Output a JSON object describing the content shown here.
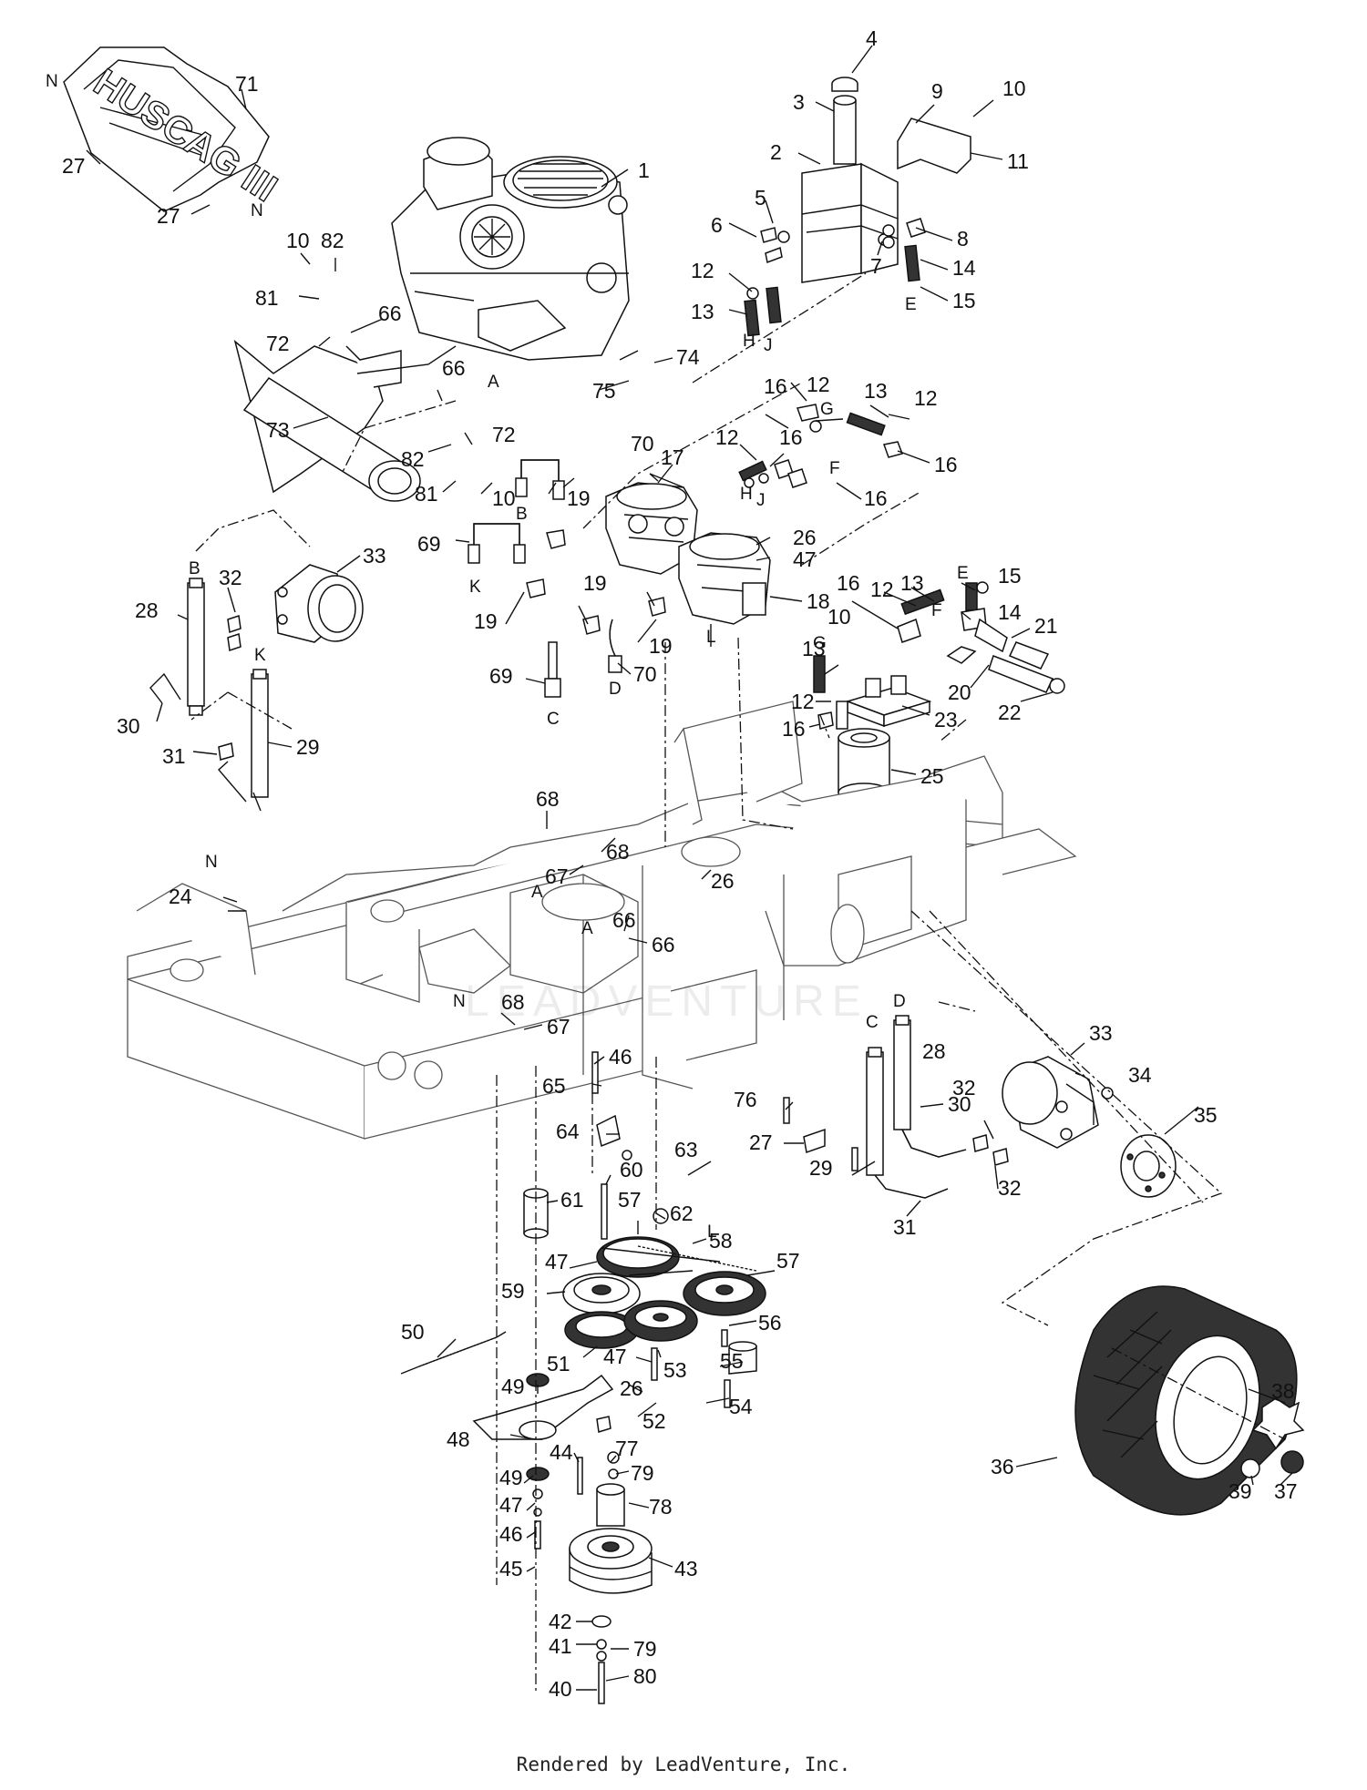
{
  "footer": "Rendered by LeadVenture, Inc.",
  "watermark": "LEADVENTURE",
  "logo_text": "HUSCAG III",
  "callouts": [
    {
      "id": "c1",
      "text": "1"
    },
    {
      "id": "c2",
      "text": "2"
    },
    {
      "id": "c3",
      "text": "3"
    },
    {
      "id": "c4",
      "text": "4"
    },
    {
      "id": "c5",
      "text": "5"
    },
    {
      "id": "c6",
      "text": "6"
    },
    {
      "id": "c7",
      "text": "7"
    },
    {
      "id": "c8",
      "text": "8"
    },
    {
      "id": "c9",
      "text": "9"
    },
    {
      "id": "c10a",
      "text": "10"
    },
    {
      "id": "c11",
      "text": "11"
    },
    {
      "id": "c12a",
      "text": "12"
    },
    {
      "id": "c13a",
      "text": "13"
    },
    {
      "id": "c14a",
      "text": "14"
    },
    {
      "id": "c15a",
      "text": "15"
    },
    {
      "id": "c27a",
      "text": "27"
    },
    {
      "id": "c27b",
      "text": "27"
    },
    {
      "id": "c71",
      "text": "71"
    },
    {
      "id": "c10b",
      "text": "10"
    },
    {
      "id": "c82a",
      "text": "82"
    },
    {
      "id": "c81a",
      "text": "81"
    },
    {
      "id": "c72a",
      "text": "72"
    },
    {
      "id": "c66a",
      "text": "66"
    },
    {
      "id": "c66b",
      "text": "66"
    },
    {
      "id": "c73",
      "text": "73"
    },
    {
      "id": "c82b",
      "text": "82"
    },
    {
      "id": "c72b",
      "text": "72"
    },
    {
      "id": "c81b",
      "text": "81"
    },
    {
      "id": "c10c",
      "text": "10"
    },
    {
      "id": "c75",
      "text": "75"
    },
    {
      "id": "c74",
      "text": "74"
    },
    {
      "id": "c70a",
      "text": "70"
    },
    {
      "id": "c16a",
      "text": "16"
    },
    {
      "id": "c12b",
      "text": "12"
    },
    {
      "id": "c13b",
      "text": "13"
    },
    {
      "id": "c12c",
      "text": "12"
    },
    {
      "id": "c12d",
      "text": "12"
    },
    {
      "id": "c16b",
      "text": "16"
    },
    {
      "id": "c16c",
      "text": "16"
    },
    {
      "id": "c16d",
      "text": "16"
    },
    {
      "id": "c17",
      "text": "17"
    },
    {
      "id": "c19a",
      "text": "19"
    },
    {
      "id": "c69a",
      "text": "69"
    },
    {
      "id": "c26a",
      "text": "26"
    },
    {
      "id": "c47a",
      "text": "47"
    },
    {
      "id": "c18",
      "text": "18"
    },
    {
      "id": "c19b",
      "text": "19"
    },
    {
      "id": "c19c",
      "text": "19"
    },
    {
      "id": "c19d",
      "text": "19"
    },
    {
      "id": "c70b",
      "text": "70"
    },
    {
      "id": "c69b",
      "text": "69"
    },
    {
      "id": "c28a",
      "text": "28"
    },
    {
      "id": "c32a",
      "text": "32"
    },
    {
      "id": "c33a",
      "text": "33"
    },
    {
      "id": "c30a",
      "text": "30"
    },
    {
      "id": "c31a",
      "text": "31"
    },
    {
      "id": "c29a",
      "text": "29"
    },
    {
      "id": "c15b",
      "text": "15"
    },
    {
      "id": "c14b",
      "text": "14"
    },
    {
      "id": "c16e",
      "text": "16"
    },
    {
      "id": "c12e",
      "text": "12"
    },
    {
      "id": "c13c",
      "text": "13"
    },
    {
      "id": "c21",
      "text": "21"
    },
    {
      "id": "c10d",
      "text": "10"
    },
    {
      "id": "c13d",
      "text": "13"
    },
    {
      "id": "c20",
      "text": "20"
    },
    {
      "id": "c12f",
      "text": "12"
    },
    {
      "id": "c22",
      "text": "22"
    },
    {
      "id": "c16f",
      "text": "16"
    },
    {
      "id": "c23",
      "text": "23"
    },
    {
      "id": "c25",
      "text": "25"
    },
    {
      "id": "c68a",
      "text": "68"
    },
    {
      "id": "c68b",
      "text": "68"
    },
    {
      "id": "c67a",
      "text": "67"
    },
    {
      "id": "c26b",
      "text": "26"
    },
    {
      "id": "c66c",
      "text": "66"
    },
    {
      "id": "c66d",
      "text": "66"
    },
    {
      "id": "c24",
      "text": "24"
    },
    {
      "id": "c68c",
      "text": "68"
    },
    {
      "id": "c67b",
      "text": "67"
    },
    {
      "id": "c46a",
      "text": "46"
    },
    {
      "id": "c65",
      "text": "65"
    },
    {
      "id": "c28b",
      "text": "28"
    },
    {
      "id": "c33b",
      "text": "33"
    },
    {
      "id": "c34",
      "text": "34"
    },
    {
      "id": "c76",
      "text": "76"
    },
    {
      "id": "c64",
      "text": "64"
    },
    {
      "id": "c63",
      "text": "63"
    },
    {
      "id": "c27c",
      "text": "27"
    },
    {
      "id": "c30b",
      "text": "30"
    },
    {
      "id": "c32b",
      "text": "32"
    },
    {
      "id": "c35",
      "text": "35"
    },
    {
      "id": "c29b",
      "text": "29"
    },
    {
      "id": "c32c",
      "text": "32"
    },
    {
      "id": "c61",
      "text": "61"
    },
    {
      "id": "c60",
      "text": "60"
    },
    {
      "id": "c62",
      "text": "62"
    },
    {
      "id": "c57a",
      "text": "57"
    },
    {
      "id": "c58",
      "text": "58"
    },
    {
      "id": "c31b",
      "text": "31"
    },
    {
      "id": "c47b",
      "text": "47"
    },
    {
      "id": "c57b",
      "text": "57"
    },
    {
      "id": "c59",
      "text": "59"
    },
    {
      "id": "c56",
      "text": "56"
    },
    {
      "id": "c50",
      "text": "50"
    },
    {
      "id": "c51",
      "text": "51"
    },
    {
      "id": "c47c",
      "text": "47"
    },
    {
      "id": "c53",
      "text": "53"
    },
    {
      "id": "c55",
      "text": "55"
    },
    {
      "id": "c49a",
      "text": "49"
    },
    {
      "id": "c26c",
      "text": "26"
    },
    {
      "id": "c54",
      "text": "54"
    },
    {
      "id": "c52",
      "text": "52"
    },
    {
      "id": "c48",
      "text": "48"
    },
    {
      "id": "c44",
      "text": "44"
    },
    {
      "id": "c77",
      "text": "77"
    },
    {
      "id": "c49b",
      "text": "49"
    },
    {
      "id": "c79a",
      "text": "79"
    },
    {
      "id": "c47d",
      "text": "47"
    },
    {
      "id": "c78",
      "text": "78"
    },
    {
      "id": "c46b",
      "text": "46"
    },
    {
      "id": "c43",
      "text": "43"
    },
    {
      "id": "c45",
      "text": "45"
    },
    {
      "id": "c42",
      "text": "42"
    },
    {
      "id": "c41",
      "text": "41"
    },
    {
      "id": "c79b",
      "text": "79"
    },
    {
      "id": "c40",
      "text": "40"
    },
    {
      "id": "c80",
      "text": "80"
    },
    {
      "id": "c36",
      "text": "36"
    },
    {
      "id": "c38",
      "text": "38"
    },
    {
      "id": "c39",
      "text": "39"
    },
    {
      "id": "c37",
      "text": "37"
    }
  ],
  "connection_letters": [
    {
      "id": "lN1",
      "text": "N"
    },
    {
      "id": "lN2",
      "text": "N"
    },
    {
      "id": "lA1",
      "text": "A"
    },
    {
      "id": "lH1",
      "text": "H"
    },
    {
      "id": "lJ1",
      "text": "J"
    },
    {
      "id": "lE1",
      "text": "E"
    },
    {
      "id": "lG1",
      "text": "G"
    },
    {
      "id": "lF1",
      "text": "F"
    },
    {
      "id": "lH2",
      "text": "H"
    },
    {
      "id": "lJ2",
      "text": "J"
    },
    {
      "id": "lB1",
      "text": "B"
    },
    {
      "id": "lK1",
      "text": "K"
    },
    {
      "id": "lB2",
      "text": "B"
    },
    {
      "id": "lK2",
      "text": "K"
    },
    {
      "id": "lL1",
      "text": "L"
    },
    {
      "id": "lE2",
      "text": "E"
    },
    {
      "id": "lF2",
      "text": "F"
    },
    {
      "id": "lG2",
      "text": "G"
    },
    {
      "id": "lC1",
      "text": "C"
    },
    {
      "id": "lD1",
      "text": "D"
    },
    {
      "id": "lN3",
      "text": "N"
    },
    {
      "id": "lA2",
      "text": "A"
    },
    {
      "id": "lA3",
      "text": "A"
    },
    {
      "id": "lN4",
      "text": "N"
    },
    {
      "id": "lD2",
      "text": "D"
    },
    {
      "id": "lC2",
      "text": "C"
    },
    {
      "id": "lL2",
      "text": "L"
    }
  ]
}
